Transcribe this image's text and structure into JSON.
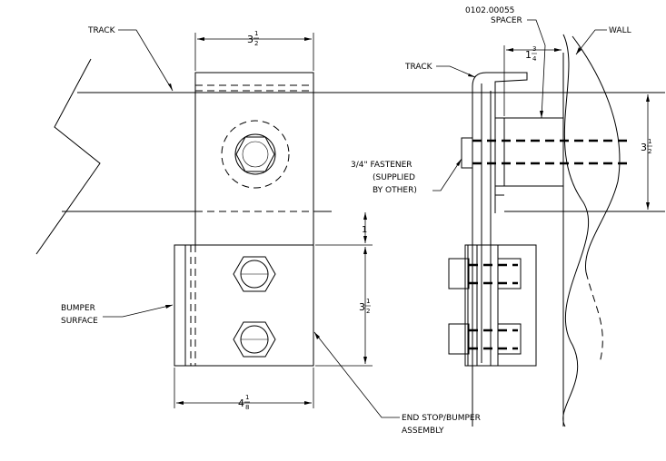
{
  "labels": {
    "track_left": "TRACK",
    "part_number": "0102.00055",
    "spacer": "SPACER",
    "wall": "WALL",
    "track_right": "TRACK",
    "fastener_line1": "3/4\" FASTENER",
    "fastener_line2": "(SUPPLIED",
    "fastener_line3": "BY OTHER)",
    "bumper_line1": "BUMPER",
    "bumper_line2": "SURFACE",
    "endstop_line1": "END STOP/BUMPER",
    "endstop_line2": "ASSEMBLY"
  },
  "dimensions": {
    "top_width": {
      "whole": "3",
      "num": "1",
      "den": "2"
    },
    "bottom_width": {
      "whole": "4",
      "num": "1",
      "den": "8"
    },
    "gap": {
      "whole": "1"
    },
    "bumper_height": {
      "whole": "3",
      "num": "1",
      "den": "2"
    },
    "spacer_width": {
      "whole": "1",
      "num": "3",
      "den": "4"
    },
    "track_height": {
      "whole": "3",
      "num": "1",
      "den": "2"
    }
  }
}
